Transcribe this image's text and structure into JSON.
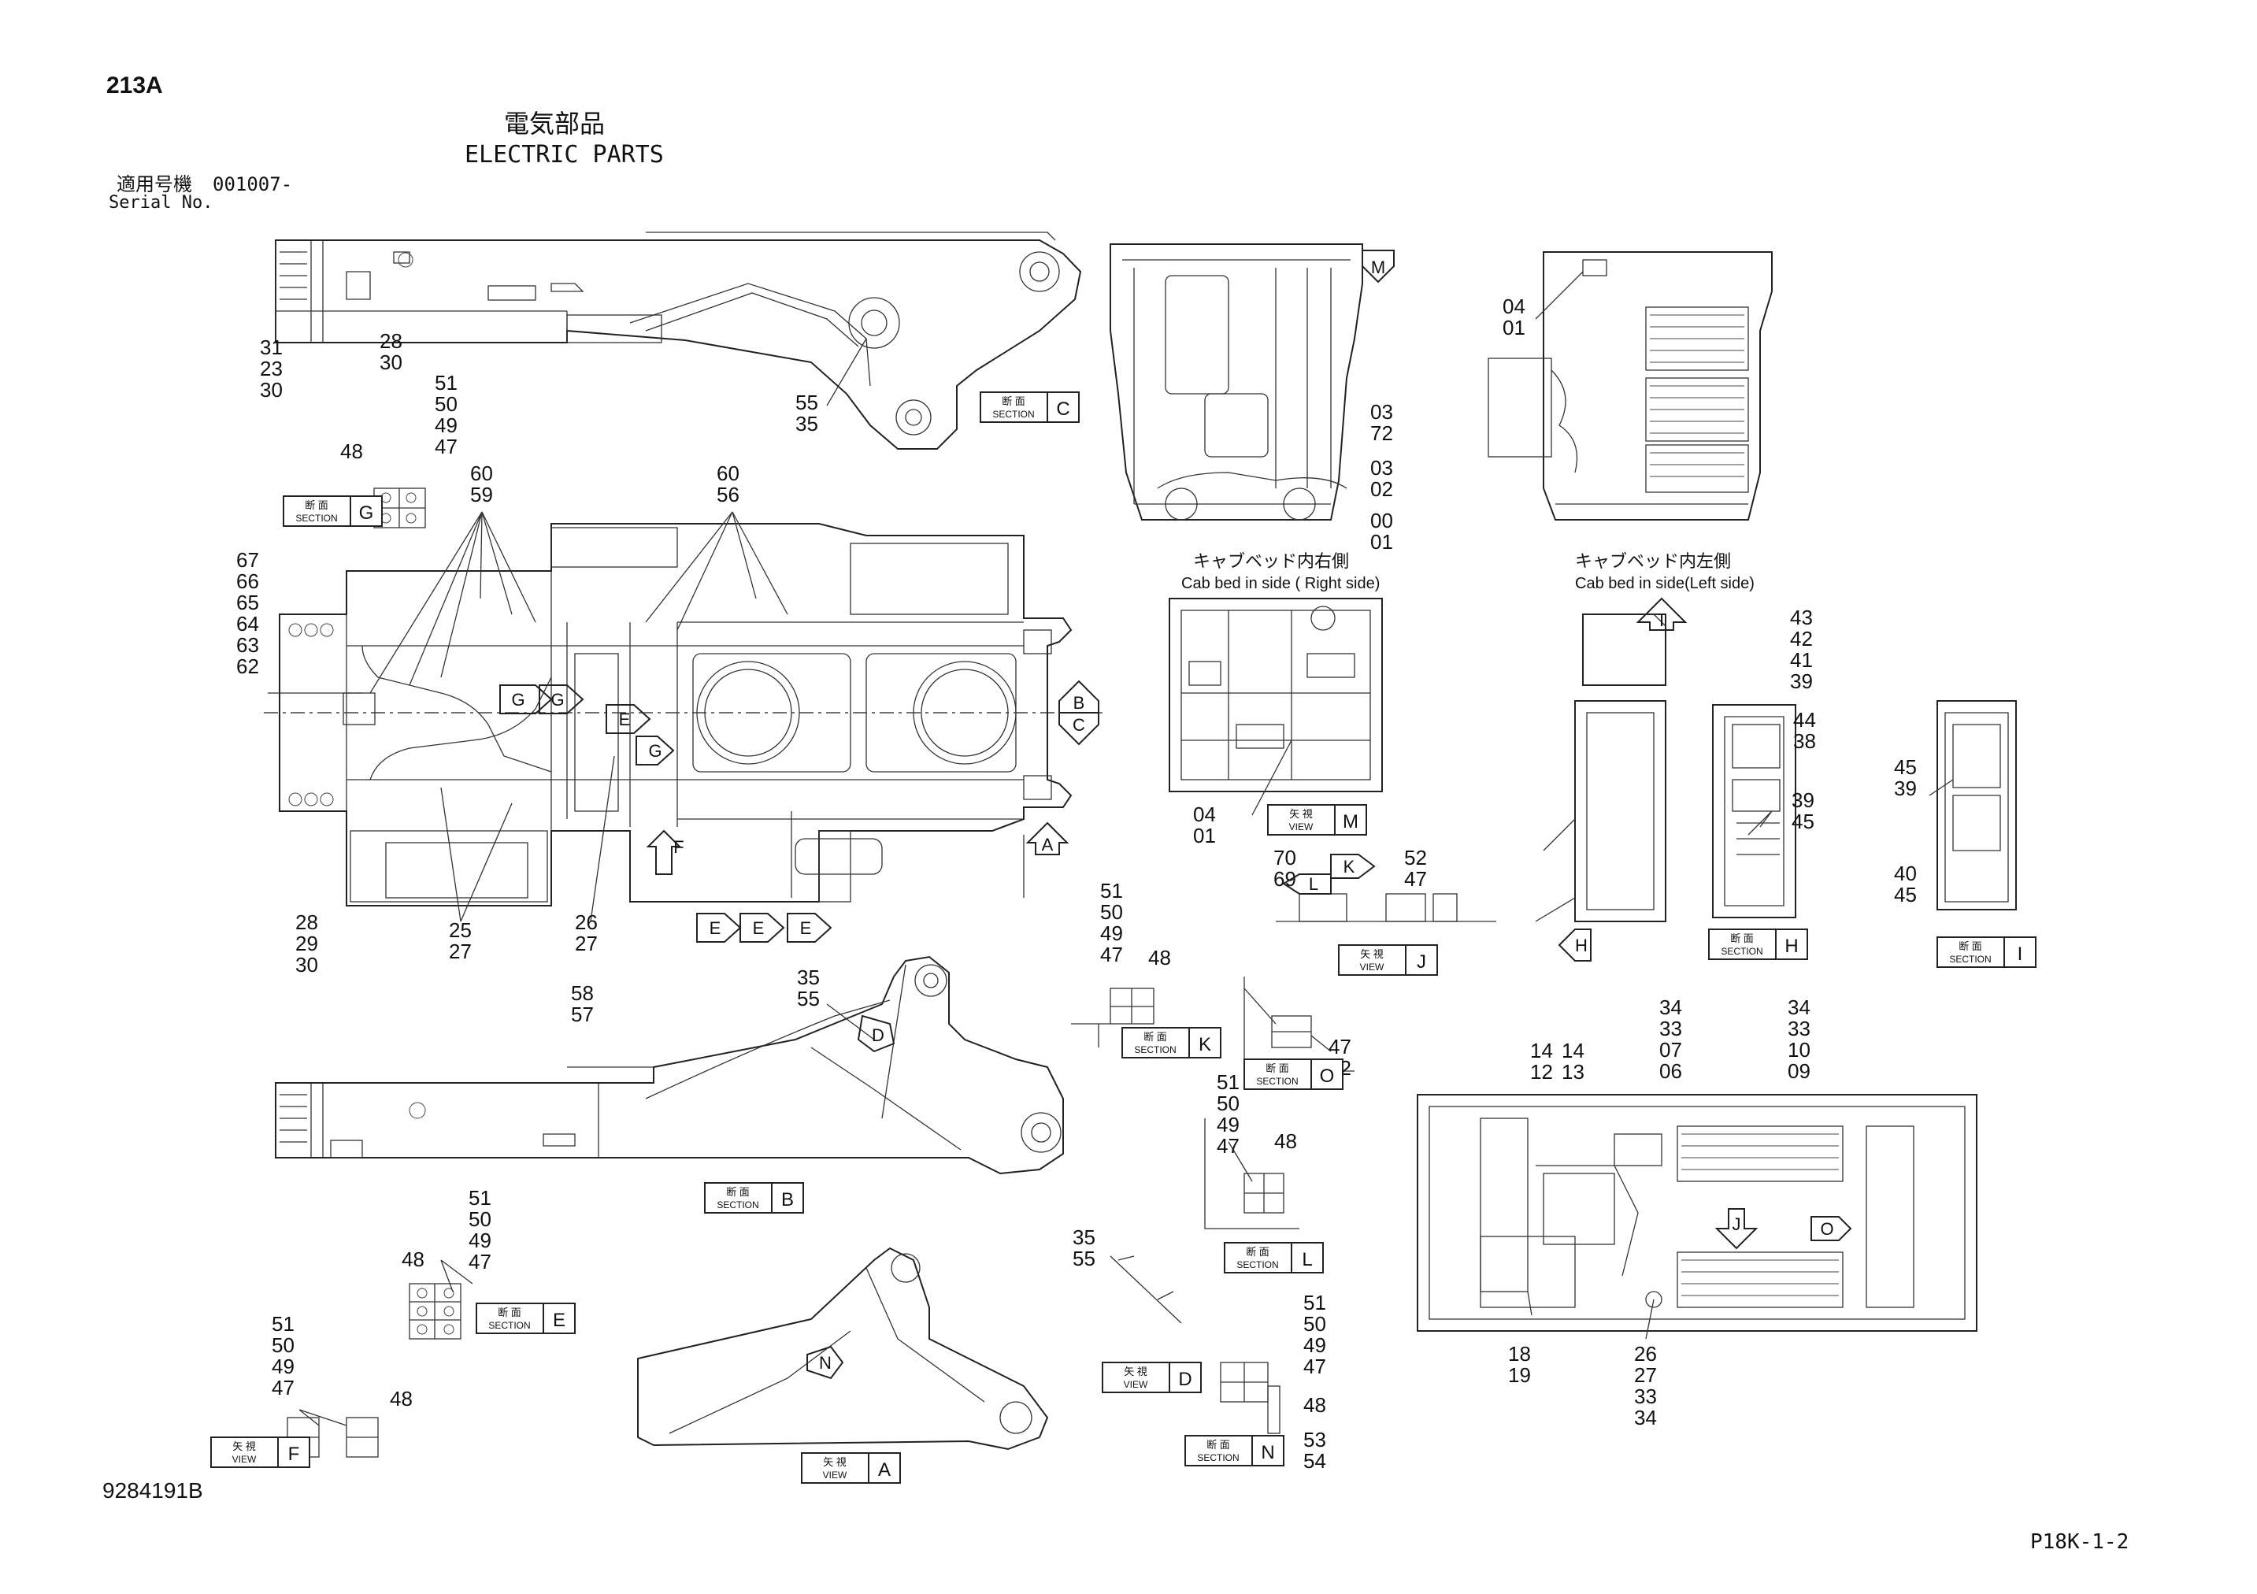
{
  "header": {
    "page_code": "213A",
    "title_jp": "電気部品",
    "title_en": "ELECTRIC PARTS",
    "serial_label_jp": "適用号機",
    "serial_label_en": "Serial No.",
    "serial_value": "001007-"
  },
  "footer": {
    "drawing_number": "9284191B",
    "page_ref": "P18K-1-2"
  },
  "captions": {
    "cab_right_jp": "キャブベッド内右側",
    "cab_right_en": "Cab bed in side ( Right side)",
    "cab_left_jp": "キャブベッド内左側",
    "cab_left_en": "Cab bed in side(Left side)"
  },
  "views": [
    {
      "id": "C",
      "kind_jp": "断 面",
      "kind_en": "SECTION",
      "letter": "C"
    },
    {
      "id": "G",
      "kind_jp": "断 面",
      "kind_en": "SECTION",
      "letter": "G"
    },
    {
      "id": "M",
      "kind_jp": "矢 視",
      "kind_en": "VIEW",
      "letter": "M"
    },
    {
      "id": "J",
      "kind_jp": "矢 視",
      "kind_en": "VIEW",
      "letter": "J"
    },
    {
      "id": "K",
      "kind_jp": "断 面",
      "kind_en": "SECTION",
      "letter": "K"
    },
    {
      "id": "O",
      "kind_jp": "断 面",
      "kind_en": "SECTION",
      "letter": "O"
    },
    {
      "id": "H",
      "kind_jp": "断 面",
      "kind_en": "SECTION",
      "letter": "H"
    },
    {
      "id": "I",
      "kind_jp": "断 面",
      "kind_en": "SECTION",
      "letter": "I"
    },
    {
      "id": "B",
      "kind_jp": "断 面",
      "kind_en": "SECTION",
      "letter": "B"
    },
    {
      "id": "E",
      "kind_jp": "断 面",
      "kind_en": "SECTION",
      "letter": "E"
    },
    {
      "id": "L",
      "kind_jp": "断 面",
      "kind_en": "SECTION",
      "letter": "L"
    },
    {
      "id": "F",
      "kind_jp": "矢 視",
      "kind_en": "VIEW",
      "letter": "F"
    },
    {
      "id": "A",
      "kind_jp": "矢 視",
      "kind_en": "VIEW",
      "letter": "A"
    },
    {
      "id": "D",
      "kind_jp": "矢 視",
      "kind_en": "VIEW",
      "letter": "D"
    },
    {
      "id": "N",
      "kind_jp": "断 面",
      "kind_en": "SECTION",
      "letter": "N"
    }
  ],
  "arrows": [
    "M",
    "G",
    "G",
    "E",
    "G",
    "F",
    "B",
    "C",
    "A",
    "E",
    "E",
    "E",
    "D",
    "N",
    "I",
    "H",
    "L",
    "K",
    "O",
    "J"
  ],
  "callouts": [
    {
      "lines": [
        "31",
        "23",
        "30"
      ]
    },
    {
      "lines": [
        "28",
        "30"
      ]
    },
    {
      "lines": [
        "55",
        "35"
      ]
    },
    {
      "lines": [
        "51",
        "50",
        "49",
        "47"
      ]
    },
    {
      "lines": [
        "48"
      ]
    },
    {
      "lines": [
        "60",
        "59"
      ]
    },
    {
      "lines": [
        "60",
        "56"
      ]
    },
    {
      "lines": [
        "67",
        "66",
        "65",
        "64",
        "63",
        "62"
      ]
    },
    {
      "lines": [
        "28",
        "29",
        "30"
      ]
    },
    {
      "lines": [
        "25",
        "27"
      ]
    },
    {
      "lines": [
        "26",
        "27"
      ]
    },
    {
      "lines": [
        "03",
        "72"
      ]
    },
    {
      "lines": [
        "03",
        "02"
      ]
    },
    {
      "lines": [
        "00",
        "01"
      ]
    },
    {
      "lines": [
        "04",
        "01"
      ]
    },
    {
      "lines": [
        "04",
        "01"
      ]
    },
    {
      "lines": [
        "43",
        "42",
        "41",
        "39"
      ]
    },
    {
      "lines": [
        "44",
        "38"
      ]
    },
    {
      "lines": [
        "39",
        "45"
      ]
    },
    {
      "lines": [
        "45",
        "39"
      ]
    },
    {
      "lines": [
        "40",
        "45"
      ]
    },
    {
      "lines": [
        "70",
        "69"
      ]
    },
    {
      "lines": [
        "52",
        "47"
      ]
    },
    {
      "lines": [
        "51",
        "50",
        "49",
        "47"
      ]
    },
    {
      "lines": [
        "48"
      ]
    },
    {
      "lines": [
        "35",
        "55"
      ]
    },
    {
      "lines": [
        "58",
        "57"
      ]
    },
    {
      "lines": [
        "47",
        "52"
      ]
    },
    {
      "lines": [
        "51",
        "50",
        "49",
        "47"
      ]
    },
    {
      "lines": [
        "48"
      ]
    },
    {
      "lines": [
        "34",
        "33",
        "07",
        "06"
      ]
    },
    {
      "lines": [
        "34",
        "33",
        "10",
        "09"
      ]
    },
    {
      "lines": [
        "14",
        "12"
      ]
    },
    {
      "lines": [
        "14",
        "13"
      ]
    },
    {
      "lines": [
        "51",
        "50",
        "49",
        "47"
      ]
    },
    {
      "lines": [
        "48"
      ]
    },
    {
      "lines": [
        "35",
        "55"
      ]
    },
    {
      "lines": [
        "51",
        "50",
        "49",
        "47"
      ]
    },
    {
      "lines": [
        "48"
      ]
    },
    {
      "lines": [
        "53",
        "54"
      ]
    },
    {
      "lines": [
        "51",
        "50",
        "49",
        "47"
      ]
    },
    {
      "lines": [
        "48"
      ]
    },
    {
      "lines": [
        "18",
        "19"
      ]
    },
    {
      "lines": [
        "26",
        "27",
        "33",
        "34"
      ]
    }
  ]
}
